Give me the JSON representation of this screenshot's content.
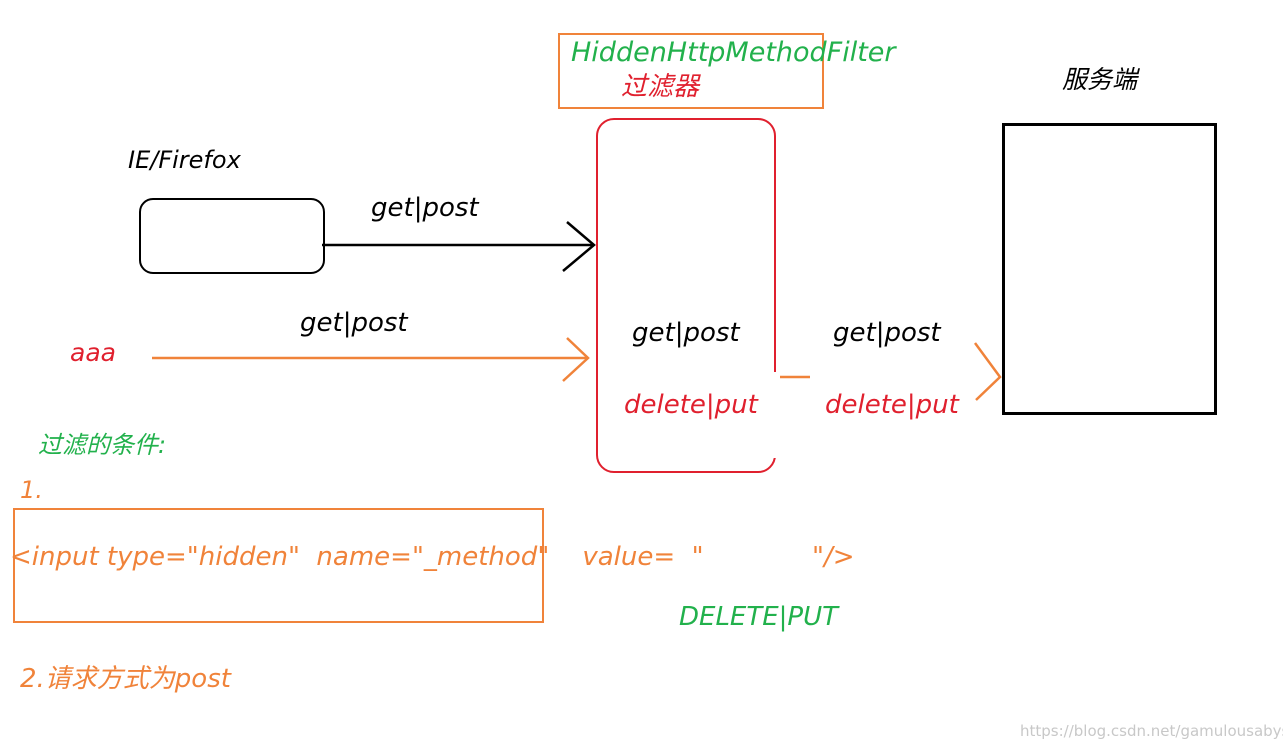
{
  "filter": {
    "name": "HiddenHttpMethodFilter",
    "label": "过滤器",
    "inner_top": "get|post",
    "inner_bottom": "delete|put"
  },
  "browser": {
    "label": "IE/Firefox"
  },
  "server": {
    "label": "服务端"
  },
  "arrows": {
    "browser_to_filter": "get|post",
    "aaa_label": "aaa",
    "aaa_to_filter": "get|post",
    "filter_to_server_top": "get|post",
    "filter_to_server_bottom": "delete|put"
  },
  "conditions": {
    "heading": "过滤的条件:",
    "item1_number": "1.",
    "item1_code": "<input type=\"hidden\"  name=\"_method\"    value=  \"",
    "item1_code_end": "\"/>",
    "item1_value_hint": "DELETE|PUT",
    "item2": "2.请求方式为post"
  },
  "watermark": "https://blog.csdn.net/gamulousabyss",
  "colors": {
    "black": "#000000",
    "red": "#e0202e",
    "green": "#22b14c",
    "orange": "#f0833a"
  }
}
